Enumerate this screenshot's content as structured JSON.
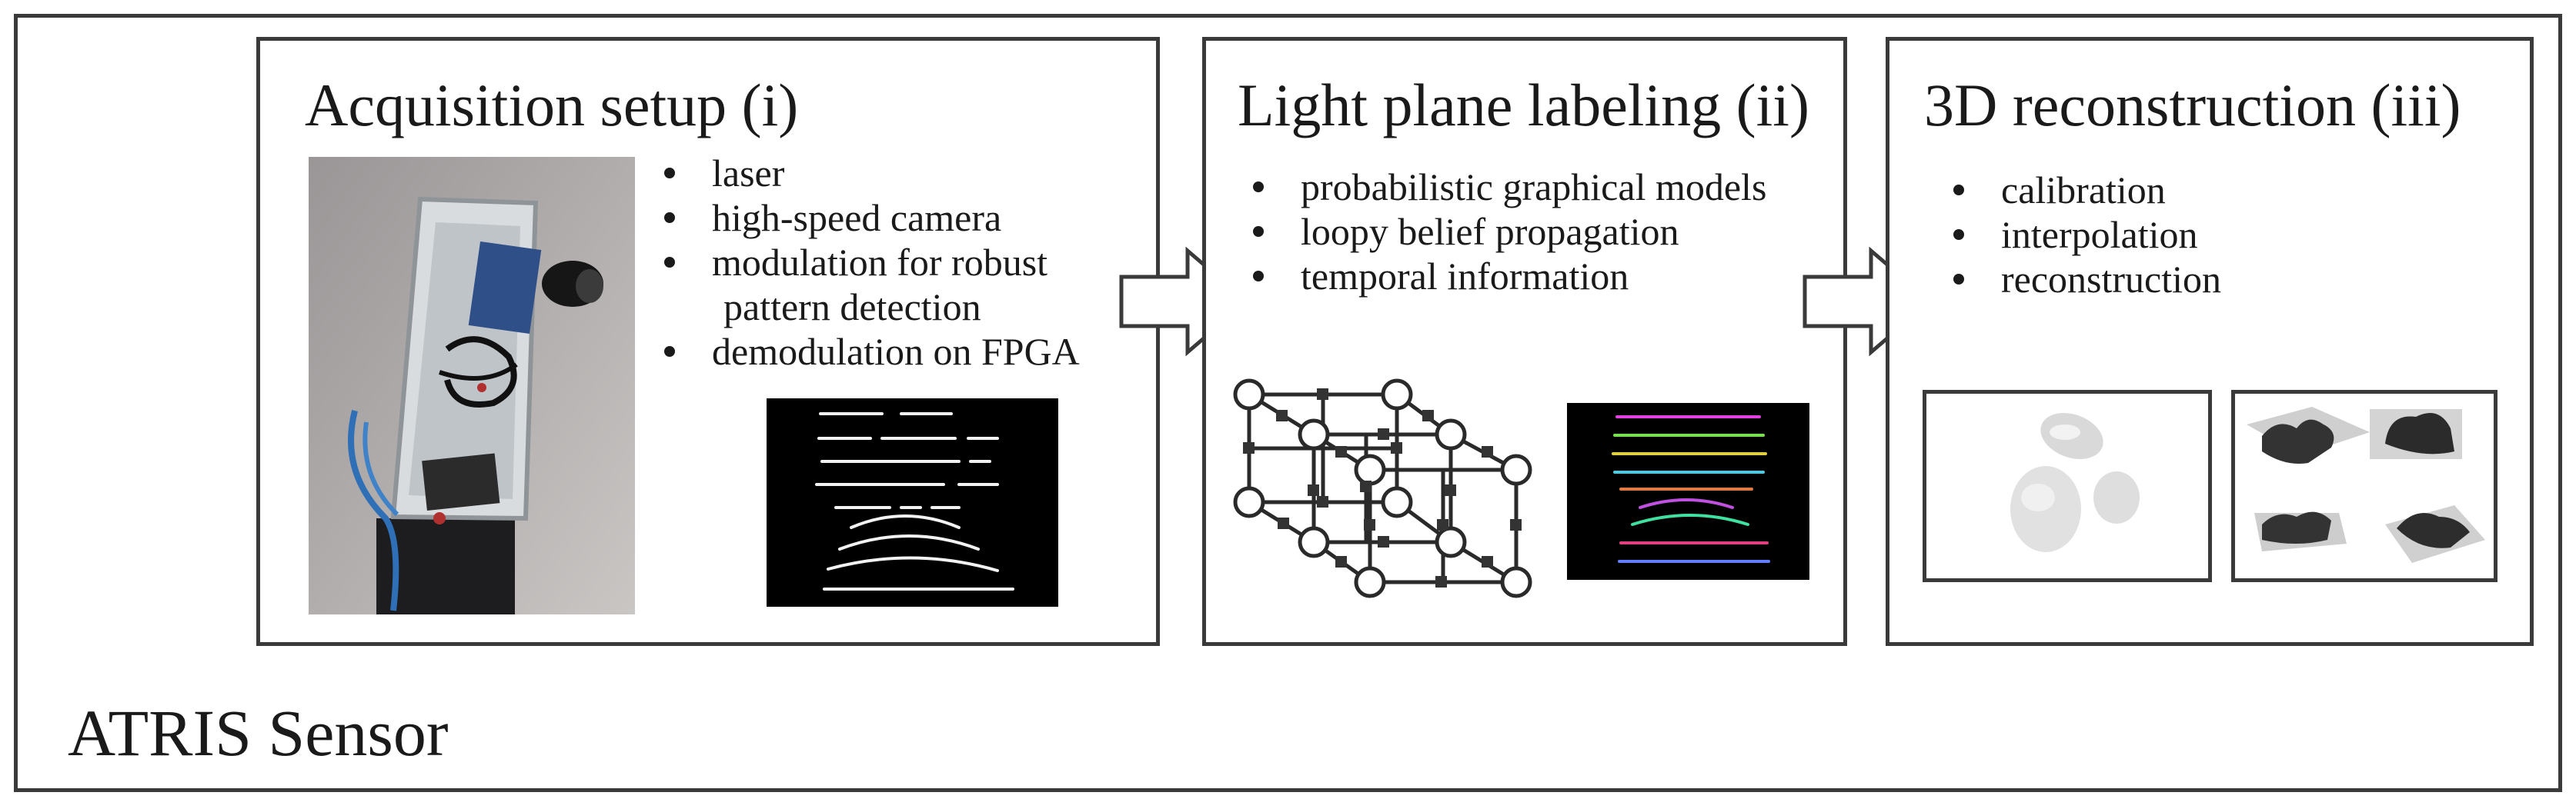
{
  "outer": {
    "label": "ATRIS Sensor"
  },
  "panels": [
    {
      "title": "Acquisition setup (i)",
      "bullets": [
        "laser",
        "high-speed camera",
        "modulation for robust",
        "pattern detection",
        "demodulation on FPGA"
      ],
      "images": [
        {
          "icon": "sensor-photo"
        },
        {
          "icon": "stripe-pattern-image"
        }
      ]
    },
    {
      "title": "Light plane labeling (ii)",
      "bullets": [
        "probabilistic graphical models",
        "loopy belief propagation",
        "temporal information"
      ],
      "images": [
        {
          "icon": "factor-graph-grid"
        },
        {
          "icon": "colored-labeling-image"
        }
      ]
    },
    {
      "title": "3D reconstruction (iii)",
      "bullets": [
        "calibration",
        "interpolation",
        "reconstruction"
      ],
      "images": [
        {
          "icon": "stones-image"
        },
        {
          "icon": "surface-meshes-image"
        }
      ]
    }
  ],
  "arrows": [
    {
      "icon": "block-arrow-right"
    },
    {
      "icon": "block-arrow-right"
    }
  ],
  "colors": {
    "border": "#3a3a3a",
    "text": "#1a1a1a",
    "dark_image": "#000000"
  }
}
